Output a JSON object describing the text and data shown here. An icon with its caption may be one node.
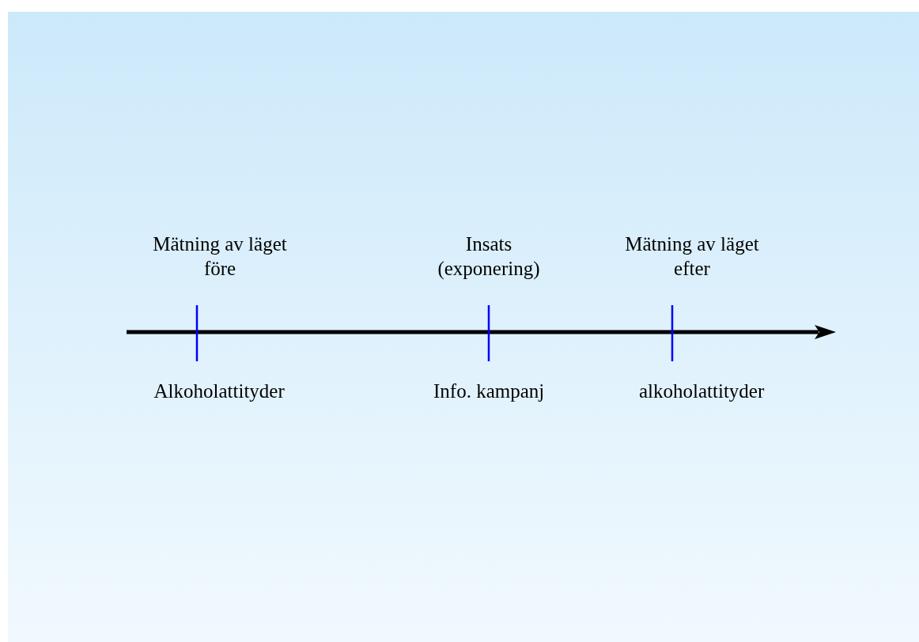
{
  "diagram": {
    "labels": [
      "Mätning av läget före",
      "Insats (exponering)",
      "Mätning av läget efter",
      "Alkoholattityder",
      "Info. kampanj",
      "alkoholattityder"
    ]
  }
}
